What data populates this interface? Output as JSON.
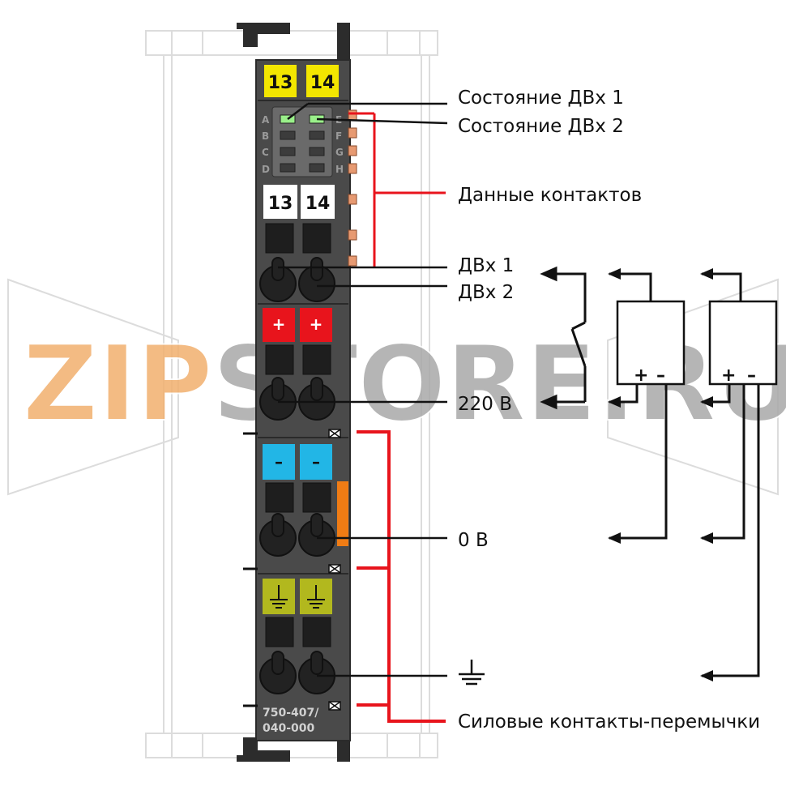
{
  "module": {
    "model_line1": "750-407/",
    "model_line2": "040-000",
    "top_labels": [
      "13",
      "14"
    ],
    "inner_labels": [
      "13",
      "14"
    ],
    "led_labels_left": [
      "A",
      "B",
      "C",
      "D"
    ],
    "led_labels_right": [
      "E",
      "F",
      "G",
      "H"
    ],
    "plus_symbol": "+",
    "minus_symbol": "–",
    "colors": {
      "body": "#4a4a4a",
      "yellow_label": "#f3e600",
      "plus_terminal": "#e8141c",
      "minus_terminal": "#22b6e6",
      "ground_terminal": "#b2b81e",
      "contact_pad": "#e79a72",
      "orange_marker": "#f07c14",
      "led_on": "#9af08a"
    }
  },
  "callouts": {
    "status_in1": "Состояние ДВх 1",
    "status_in2": "Состояние ДВх 2",
    "contact_data": "Данные контактов",
    "in1": "ДВх 1",
    "in2": "ДВх 2",
    "v220": "220 В",
    "v0": "0 В",
    "jumper": "Силовые контакты-перемычки"
  },
  "sensors": [
    {
      "plus": "+",
      "minus": "–"
    },
    {
      "plus": "+",
      "minus": "–"
    }
  ],
  "watermark": {
    "part1": "ZIP",
    "part2": "STORE.RU",
    "color1": "#f2b06e",
    "color2": "#a9a9a9"
  },
  "colors": {
    "red_line": "#e8141c",
    "black_line": "#111111"
  }
}
